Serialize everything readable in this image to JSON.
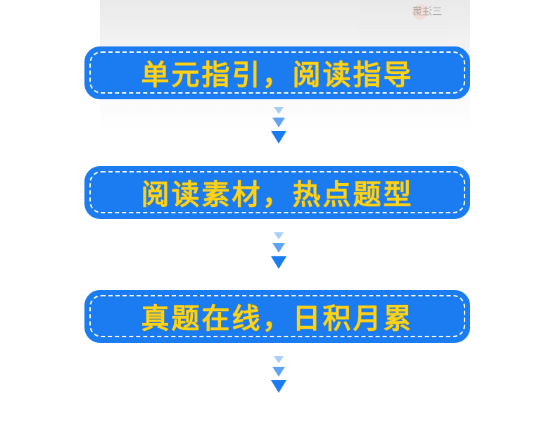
{
  "background": {
    "corner_text": "三注第"
  },
  "steps": [
    {
      "label": "单元指引，阅读指导"
    },
    {
      "label": "阅读素材，热点题型"
    },
    {
      "label": "真题在线，日积月累"
    }
  ],
  "colors": {
    "pill_fill": "#1a7cf0",
    "pill_dash": "#ffffff",
    "label_text": "#ffd21a",
    "arrow_light": "#a9cdf7",
    "arrow_mid": "#5fa4f2",
    "arrow_dark": "#1a7cf0"
  },
  "icons": [
    "chevron-down-icon"
  ]
}
